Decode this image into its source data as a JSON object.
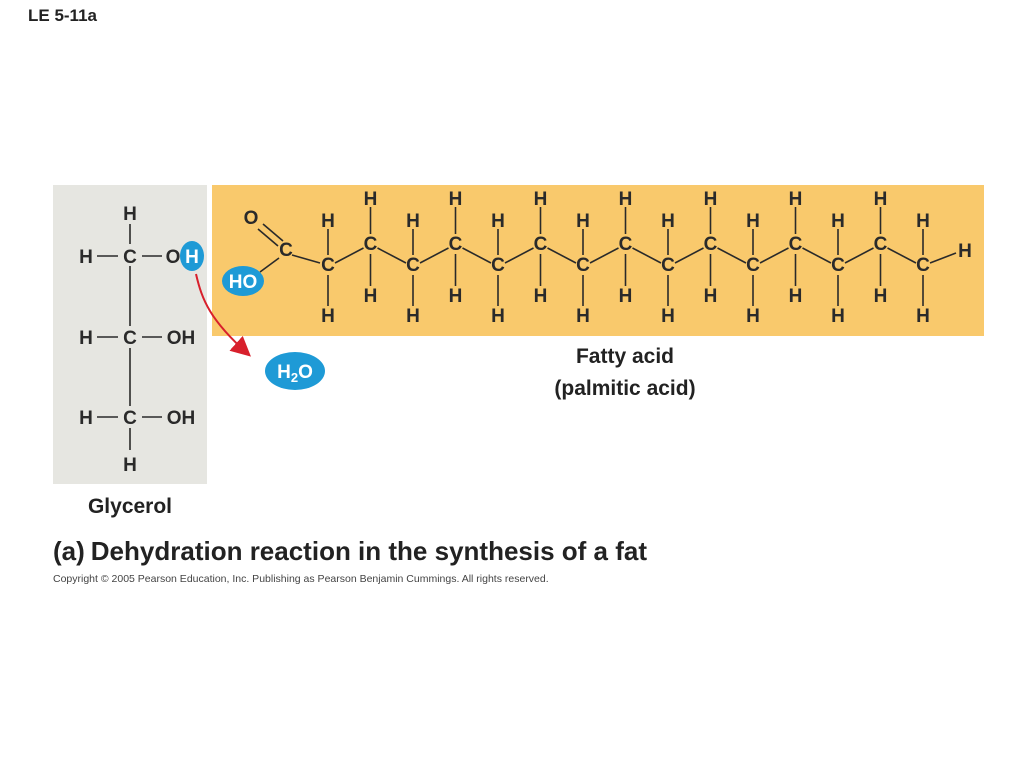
{
  "slide_label": "LE 5-11a",
  "glycerol": {
    "label": "Glycerol",
    "atoms": {
      "h": "H",
      "c": "C",
      "o": "O",
      "oh": "OH",
      "h_removed": "H"
    }
  },
  "fatty_acid": {
    "label_line1": "Fatty acid",
    "label_line2": "(palmitic acid)",
    "atoms": {
      "o": "O",
      "c": "C",
      "h": "H",
      "ho": "HO"
    },
    "carbon_count": 16
  },
  "water": {
    "h": "H",
    "sub": "2",
    "o": "O"
  },
  "caption": {
    "part": "(a)",
    "text": "Dehydration reaction in the synthesis of a fat"
  },
  "copyright": "Copyright © 2005 Pearson Education, Inc. Publishing as Pearson Benjamin Cummings. All rights reserved.",
  "colors": {
    "glycerol_panel": "#e6e6e1",
    "fatty_panel": "#f9c96c",
    "highlight_blue": "#1e9ad6",
    "arrow_red": "#d8202c"
  }
}
